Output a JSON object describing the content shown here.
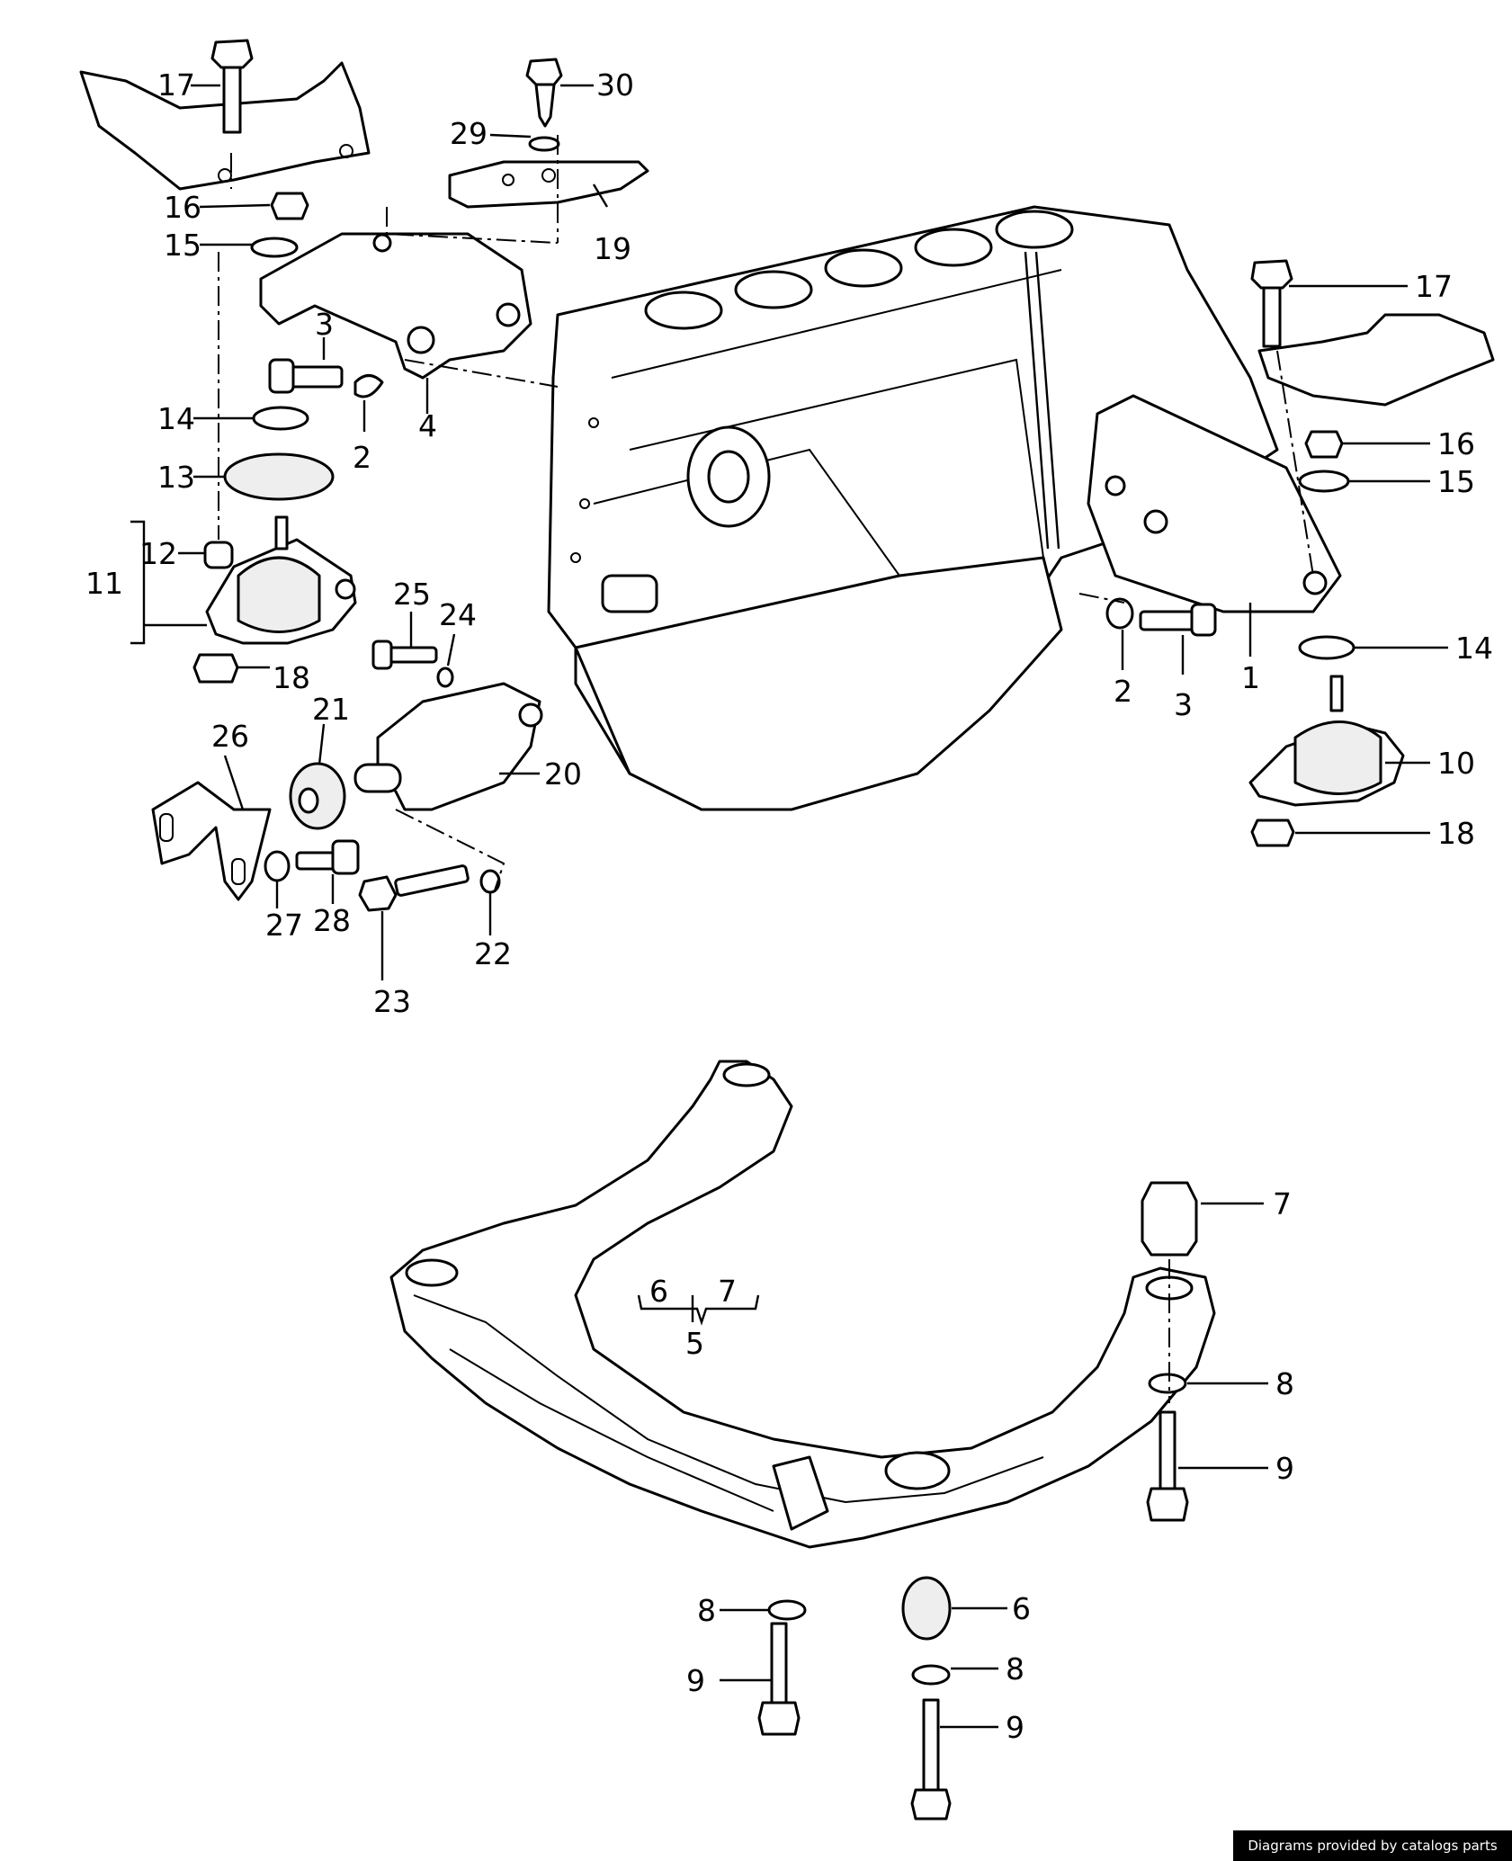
{
  "diagram": {
    "callouts": {
      "c1": "1",
      "c2a": "2",
      "c2b": "2",
      "c3a": "3",
      "c3b": "3",
      "c4": "4",
      "c5": "5",
      "c6a": "6",
      "c6b": "6",
      "c7a": "7",
      "c7b": "7",
      "c8a": "8",
      "c8b": "8",
      "c8c": "8",
      "c9a": "9",
      "c9b": "9",
      "c9c": "9",
      "c10": "10",
      "c11": "11",
      "c12": "12",
      "c13": "13",
      "c14a": "14",
      "c14b": "14",
      "c15a": "15",
      "c15b": "15",
      "c16a": "16",
      "c16b": "16",
      "c17a": "17",
      "c17b": "17",
      "c18a": "18",
      "c18b": "18",
      "c19": "19",
      "c20": "20",
      "c21": "21",
      "c22": "22",
      "c23": "23",
      "c24": "24",
      "c25": "25",
      "c26": "26",
      "c27": "27",
      "c28": "28",
      "c29": "29",
      "c30": "30"
    }
  },
  "footer": {
    "credit": "Diagrams provided by catalogs parts"
  }
}
